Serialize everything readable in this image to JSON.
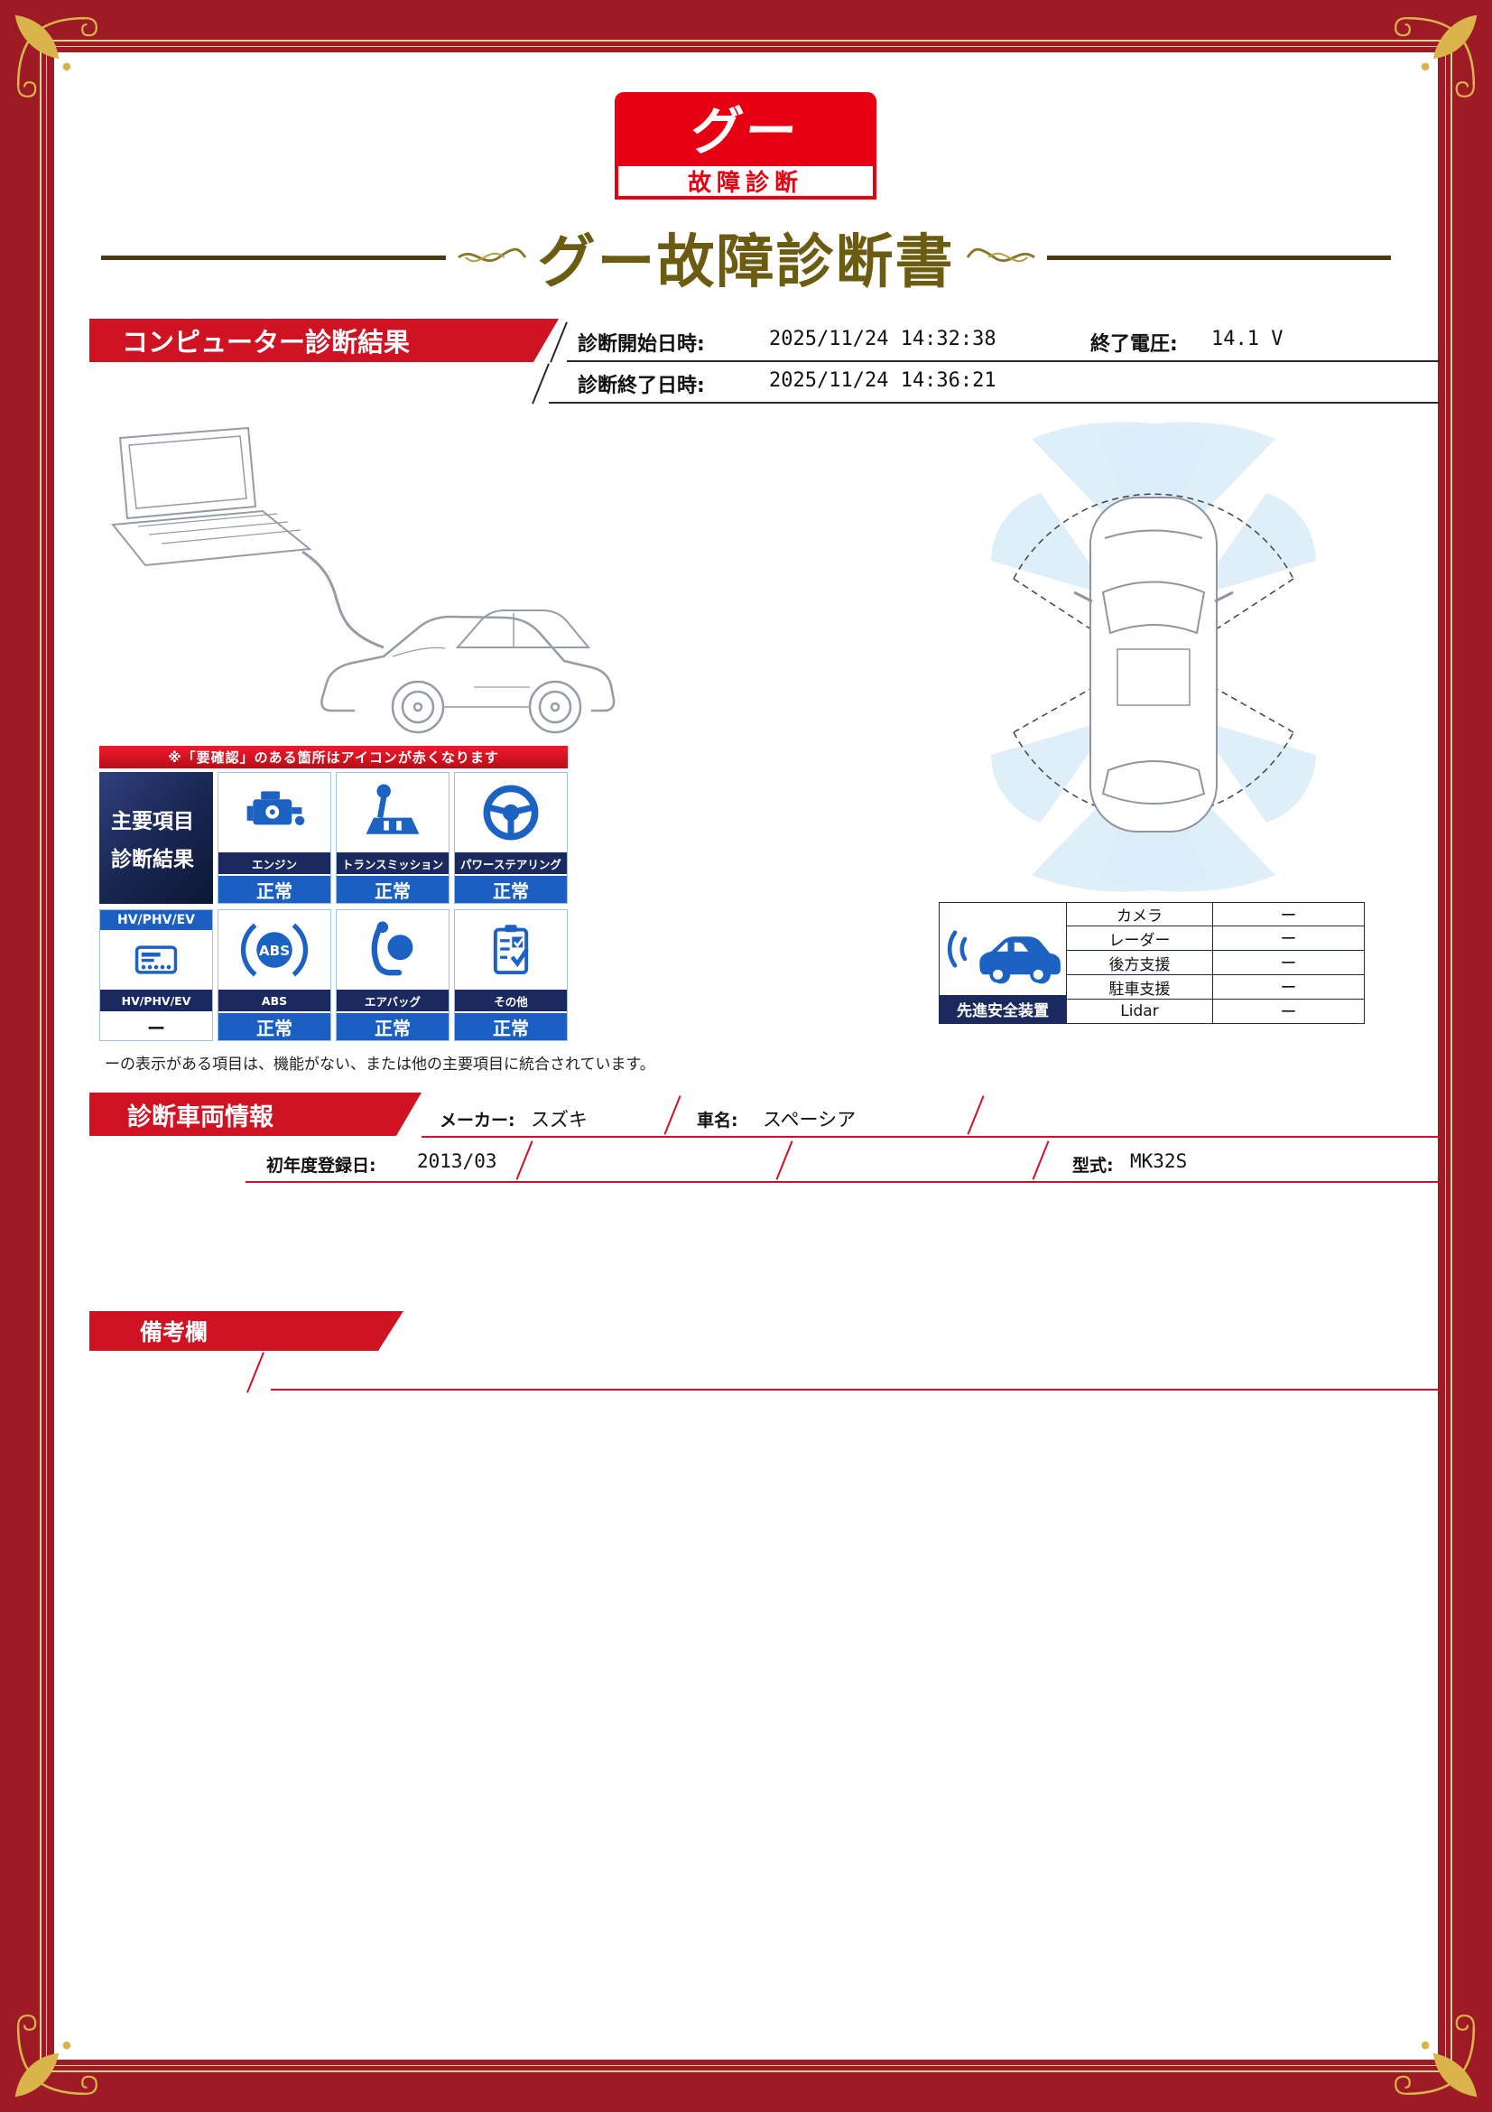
{
  "colors": {
    "frame_red": "#9e1a25",
    "brand_red": "#e60012",
    "banner_red": "#d01322",
    "status_blue": "#1b5fc2",
    "navy": "#1a2a5e",
    "title_gold": "#6b5c12",
    "ornament_gold": "#d9b44a"
  },
  "logo": {
    "top": "グー",
    "bottom": "故障診断"
  },
  "title": "グー故障診断書",
  "computer_diag": {
    "heading": "コンピューター診断結果",
    "start_label": "診断開始日時:",
    "start_value": "2025/11/24 14:32:38",
    "voltage_label": "終了電圧:",
    "voltage_value": "14.1 V",
    "end_label": "診断終了日時:",
    "end_value": "2025/11/24 14:36:21"
  },
  "notice": "※「要確認」のある箇所はアイコンが赤くなります",
  "main_results": {
    "line1": "主要項目",
    "line2": "診断結果"
  },
  "items": [
    {
      "label": "エンジン",
      "status": "正常"
    },
    {
      "label": "トランスミッション",
      "status": "正常"
    },
    {
      "label": "パワーステアリング",
      "status": "正常"
    },
    {
      "header": "HV/PHV/EV",
      "label": "HV/PHV/EV",
      "status": "ー"
    },
    {
      "label": "ABS",
      "status": "正常"
    },
    {
      "label": "エアバッグ",
      "status": "正常"
    },
    {
      "label": "その他",
      "status": "正常"
    }
  ],
  "abs_text": "ABS",
  "footnote": "ーの表示がある項目は、機能がない、または他の主要項目に統合されています。",
  "safety": {
    "label": "先進安全装置",
    "rows": [
      {
        "name": "カメラ",
        "value": "ー"
      },
      {
        "name": "レーダー",
        "value": "ー"
      },
      {
        "name": "後方支援",
        "value": "ー"
      },
      {
        "name": "駐車支援",
        "value": "ー"
      },
      {
        "name": "Lidar",
        "value": "ー"
      }
    ]
  },
  "vehicle": {
    "heading": "診断車両情報",
    "maker_label": "メーカー:",
    "maker_value": "スズキ",
    "name_label": "車名:",
    "name_value": "スペーシア",
    "reg_label": "初年度登録日:",
    "reg_value": "2013/03",
    "model_label": "型式:",
    "model_value": "MK32S"
  },
  "remarks": {
    "heading": "備考欄"
  }
}
